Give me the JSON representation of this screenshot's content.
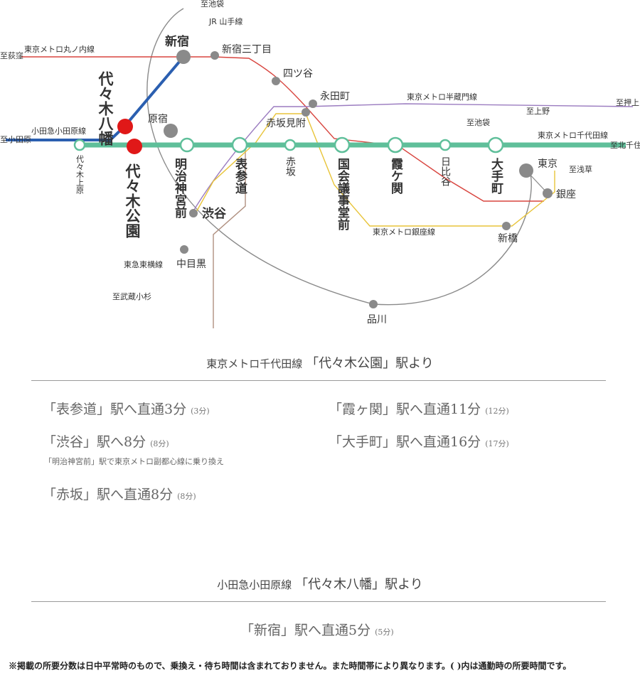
{
  "map": {
    "lines": {
      "chiyoda": {
        "label": "東京メトロ千代田線",
        "color": "#5fbf9a"
      },
      "odakyu": {
        "label": "小田急小田原線",
        "color": "#2b5fb0"
      },
      "marunouchi": {
        "label": "東京メトロ丸ノ内線",
        "color": "#d8453f"
      },
      "hanzomon": {
        "label": "東京メトロ半蔵門線",
        "color": "#9b7cc0"
      },
      "ginza": {
        "label": "東京メトロ銀座線",
        "color": "#e8c43a"
      },
      "yamanote": {
        "label": "JR 山手線",
        "color": "#8a8a8a"
      },
      "toyoko": {
        "label": "東急東横線",
        "color": "#b09080"
      }
    },
    "destinations": {
      "ikebukuro_top": "至池袋",
      "ogikubo": "至荻窪",
      "odawara": "至小田原",
      "oshiage": "至押上",
      "kitasenju": "至北千住",
      "ikebukuro_mid": "至池袋",
      "ueno": "至上野",
      "asakusa": "至浅草",
      "musashikosugi": "至武蔵小杉"
    },
    "stations": {
      "shinjuku": "新宿",
      "shinjuku3": "新宿三丁目",
      "yotsuya": "四ツ谷",
      "nagatacho": "永田町",
      "akasakamitsuke": "赤坂見附",
      "yoyogihachiman": "代々木八幡",
      "yoyogikoen": "代々木公園",
      "yoyogiuehara": "代々木上原",
      "harajuku": "原宿",
      "meijijingumae": "明治神宮前",
      "omotesando": "表参道",
      "akasaka": "赤坂",
      "kokkaigijidomae": "国会議事堂前",
      "kasumigaseki": "霞ケ関",
      "hibiya": "日比谷",
      "otemachi": "大手町",
      "tokyo": "東京",
      "ginza": "銀座",
      "shinbashi": "新橋",
      "shibuya": "渋谷",
      "nakameguro": "中目黒",
      "shinagawa": "品川"
    }
  },
  "section1": {
    "header_line": "東京メトロ千代田線",
    "header_station": "「代々木公園」駅より",
    "routes": [
      {
        "text": "「表参道」駅へ直通3分",
        "paren": "(3分)"
      },
      {
        "text": "「霞ヶ関」駅へ直通11分",
        "paren": "(12分)"
      },
      {
        "text": "「渋谷」駅へ8分",
        "paren": "(8分)"
      },
      {
        "text": "「大手町」駅へ直通16分",
        "paren": "(17分)"
      },
      {
        "text": "「赤坂」駅へ直通8分",
        "paren": "(8分)"
      }
    ],
    "transfer_note": "「明治神宮前」駅で東京メトロ副都心線に乗り換え"
  },
  "section2": {
    "header_line": "小田急小田原線",
    "header_station": "「代々木八幡」駅より",
    "routes": [
      {
        "text": "「新宿」駅へ直通5分",
        "paren": "(5分)"
      }
    ]
  },
  "footnote": "※掲載の所要分数は日中平常時のもので、乗換え・待ち時間は含まれておりません。また時間帯により異なります。( )内は通勤時の所要時間です。"
}
